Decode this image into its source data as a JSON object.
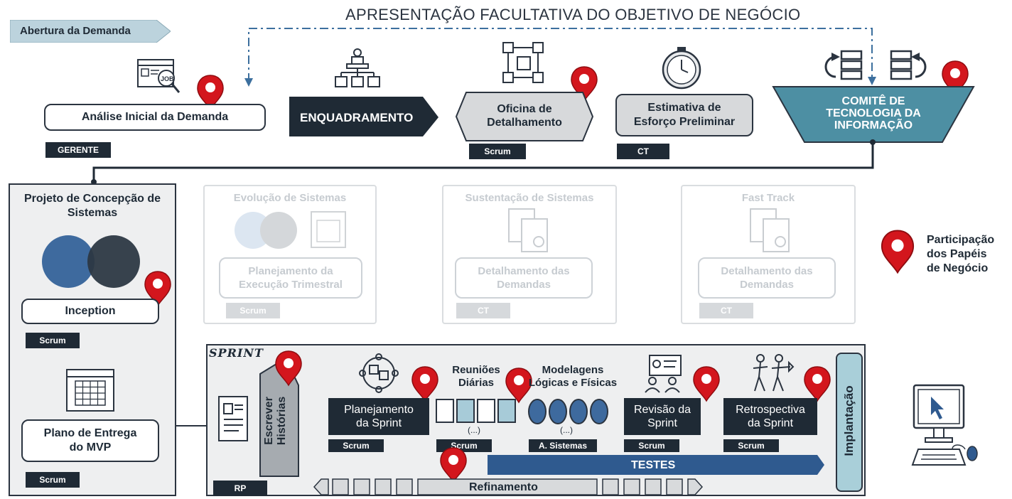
{
  "header": {
    "abertura_label": "Abertura da Demanda",
    "objective_label": "APRESENTAÇÃO FACULTATIVA DO OBJETIVO DE NEGÓCIO"
  },
  "top_flow": {
    "analise": "Análise Inicial da Demanda",
    "analise_tag": "GERENTE",
    "enquadramento": "ENQUADRAMENTO",
    "oficina_line1": "Oficina de",
    "oficina_line2": "Detalhamento",
    "oficina_tag": "Scrum",
    "estimativa_line1": "Estimativa de",
    "estimativa_line2": "Esforço Preliminar",
    "estimativa_tag": "CT",
    "comite_line1": "COMITÊ DE",
    "comite_line2": "TECNOLOGIA DA",
    "comite_line3": "INFORMAÇÃO"
  },
  "projeto": {
    "title_line1": "Projeto de Concepção de",
    "title_line2": "Sistemas",
    "inception": "Inception",
    "inception_tag": "Scrum",
    "plano_line1": "Plano de Entrega",
    "plano_line2": "do MVP",
    "plano_tag": "Scrum"
  },
  "faded_tracks": [
    {
      "title": "Evolução de Sistemas",
      "box_line1": "Planejamento da",
      "box_line2": "Execução Trimestral",
      "tag": "Scrum"
    },
    {
      "title": "Sustentação de Sistemas",
      "box_line1": "Detalhamento das",
      "box_line2": "Demandas",
      "tag": "CT"
    },
    {
      "title": "Fast Track",
      "box_line1": "Detalhamento das",
      "box_line2": "Demandas",
      "tag": "CT"
    }
  ],
  "legend": {
    "line1": "Participação",
    "line2": "dos Papéis",
    "line3": "de Negócio"
  },
  "sprint": {
    "label": "SPRINT",
    "escrever_line1": "Escrever",
    "escrever_line2": "Histórias",
    "rp_tag": "RP",
    "planejamento_line1": "Planejamento",
    "planejamento_line2": "da Sprint",
    "planejamento_tag": "Scrum",
    "reunioes_line1": "Reuniões",
    "reunioes_line2": "Diárias",
    "reunioes_ellipsis": "(...)",
    "reunioes_tag": "Scrum",
    "modelagens_line1": "Modelagens",
    "modelagens_line2": "Lógicas e Físicas",
    "modelagens_ellipsis": "(...)",
    "modelagens_tag": "A. Sistemas",
    "revisao_line1": "Revisão da",
    "revisao_line2": "Sprint",
    "revisao_tag": "Scrum",
    "retro_line1": "Retrospectiva",
    "retro_line2": "da Sprint",
    "retro_tag": "Scrum",
    "testes": "TESTES",
    "refinamento": "Refinamento",
    "implantacao": "Implantação"
  },
  "colors": {
    "dark": "#1f2a35",
    "teal": "#4d8fa3",
    "blue": "#2f5a8f",
    "pin_red": "#d3161d",
    "grey": "#c9cdd1"
  }
}
